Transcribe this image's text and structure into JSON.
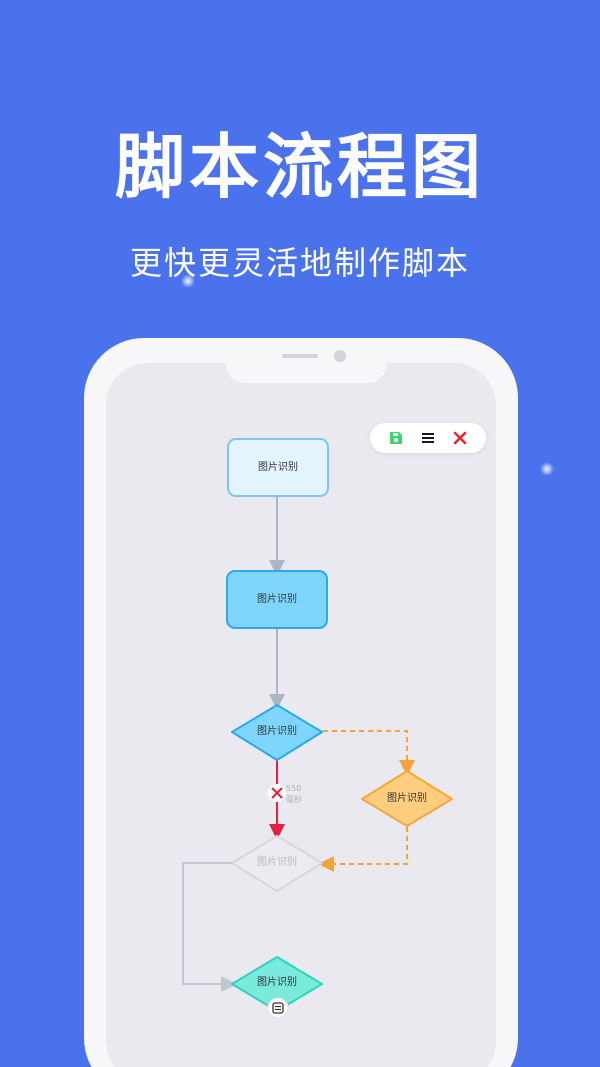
{
  "headline": "脚本流程图",
  "subline": "更快更灵活地制作脚本",
  "toolbar": {
    "save_icon": "save-icon",
    "menu_icon": "menu-icon",
    "close_icon": "close-icon",
    "colors": {
      "save": "#3dd56d",
      "menu": "#1a1a1a",
      "close": "#e8242f"
    }
  },
  "flow": {
    "nodes": [
      {
        "id": "n1",
        "shape": "rect",
        "label": "图片识别",
        "fill": "#e3f4fd",
        "stroke": "#7cc6ee"
      },
      {
        "id": "n2",
        "shape": "rect",
        "label": "图片识别",
        "fill": "#7fd6fc",
        "stroke": "#2aa9ee"
      },
      {
        "id": "n3",
        "shape": "diamond",
        "label": "图片识别",
        "fill": "#7fd6fc",
        "stroke": "#2aa9ee"
      },
      {
        "id": "n4",
        "shape": "diamond",
        "label": "图片识别",
        "fill": "#fecd7e",
        "stroke": "#f5a83a"
      },
      {
        "id": "n5",
        "shape": "diamond",
        "label": "图片识别",
        "fill": "#ececf0",
        "stroke": "#d6d6dc",
        "faded": true
      },
      {
        "id": "n6",
        "shape": "diamond",
        "label": "图片识别",
        "fill": "#7aeadc",
        "stroke": "#30d3c0"
      }
    ],
    "delay": {
      "value": "550",
      "unit": "毫秒"
    },
    "edge_colors": {
      "default": "#a9b6c4",
      "fail": "#e51f3d",
      "branch": "#f6a33a",
      "loop": "#c0c7d1"
    }
  }
}
